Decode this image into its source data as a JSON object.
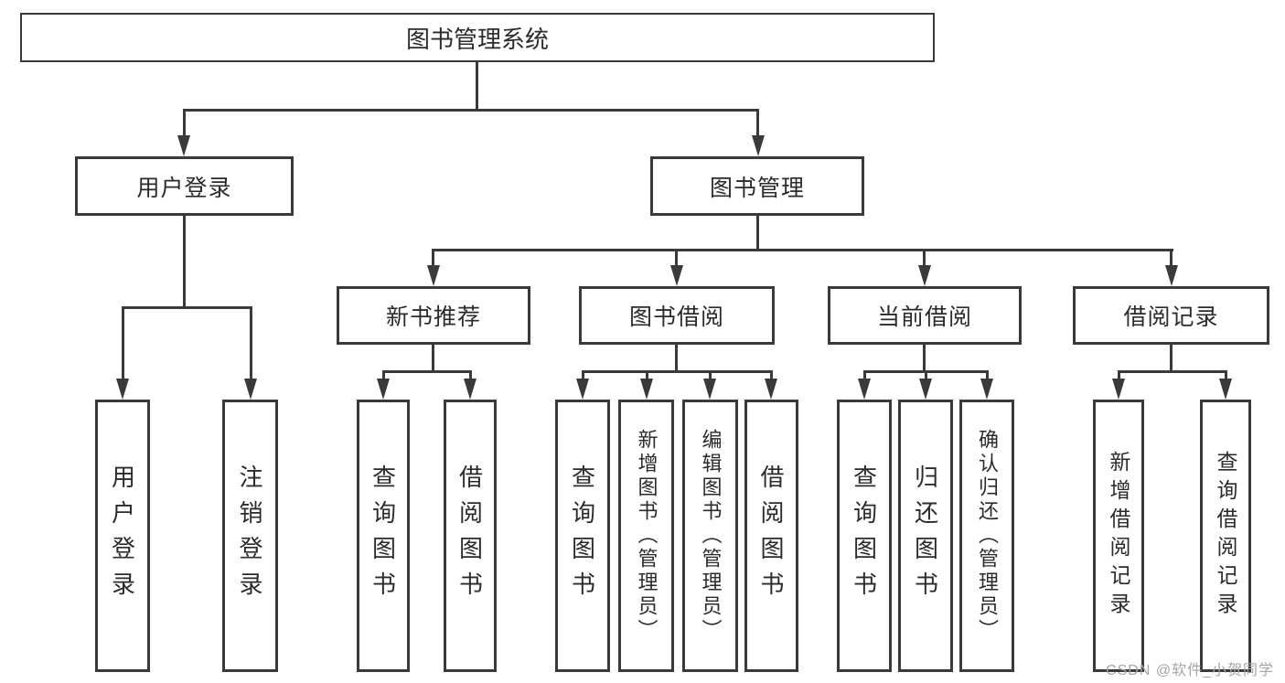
{
  "tree": {
    "root": "图书管理系统",
    "level2": {
      "user_login": "用户登录",
      "book_mgmt": "图书管理"
    },
    "level3": {
      "new_books": "新书推荐",
      "book_borrow": "图书借阅",
      "current_borrow": "当前借阅",
      "borrow_records": "借阅记录"
    },
    "leaves": {
      "user_login": [
        "用户登录",
        "注销登录"
      ],
      "new_books": [
        "查询图书",
        "借阅图书"
      ],
      "book_borrow": [
        "查询图书",
        "新增图书（管理员）",
        "编辑图书（管理员）",
        "借阅图书"
      ],
      "current_borrow": [
        "查询图书",
        "归还图书",
        "确认归还（管理员）"
      ],
      "borrow_records": [
        "新增借阅记录",
        "查询借阅记录"
      ]
    }
  },
  "watermark": "CSDN @软件_小贺同学",
  "colors": {
    "line": "#3a3a3a",
    "box_border": "#3a3a3a",
    "text": "#2b2b2b",
    "background": "#ffffff",
    "watermark": "#a5a5a5"
  }
}
